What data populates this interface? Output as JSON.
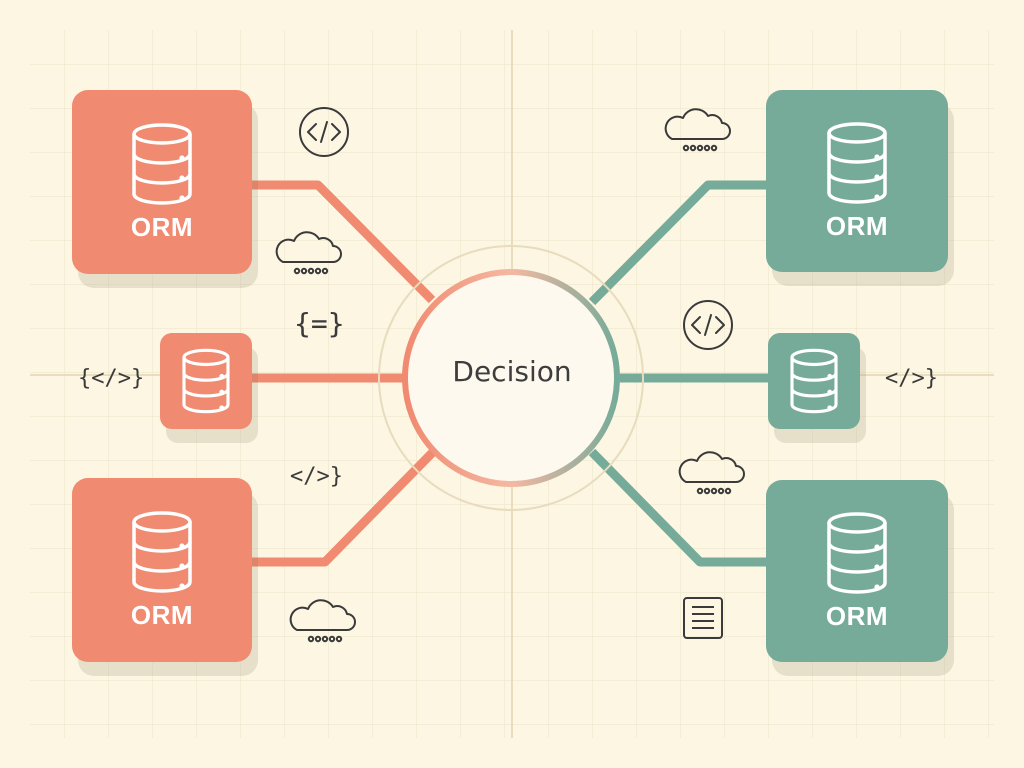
{
  "colors": {
    "left": "#f08a70",
    "right": "#76ab99",
    "background": "#fcf6e3",
    "grid": "#ece4c9",
    "ink": "#3a3a3a"
  },
  "center": {
    "label": "Decision"
  },
  "nodes": [
    {
      "id": "left-top",
      "side": "left",
      "size": "large",
      "label": "ORM"
    },
    {
      "id": "left-middle",
      "side": "left",
      "size": "small",
      "label": ""
    },
    {
      "id": "left-bottom",
      "side": "left",
      "size": "large",
      "label": "ORM"
    },
    {
      "id": "right-top",
      "side": "right",
      "size": "large",
      "label": "ORM"
    },
    {
      "id": "right-middle",
      "side": "right",
      "size": "small",
      "label": ""
    },
    {
      "id": "right-bottom",
      "side": "right",
      "size": "large",
      "label": "ORM"
    }
  ],
  "decorations": {
    "code_circle_icon": "code-circle-icon",
    "cloud_icon": "cloud-upload-icon",
    "braces_equals": "{=}",
    "braces_code": "{</>}",
    "code_tag": "</>}",
    "document_icon": "document-icon"
  }
}
